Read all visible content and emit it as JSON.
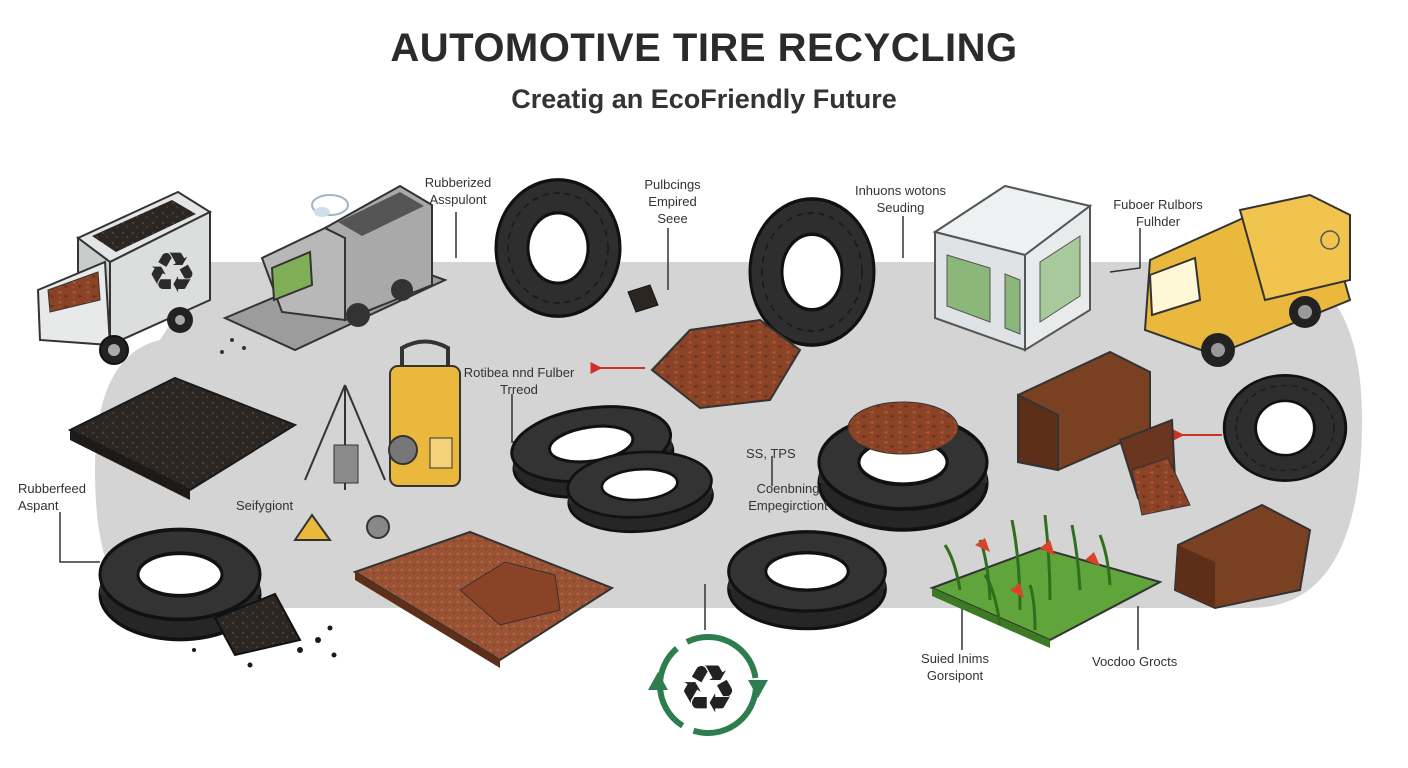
{
  "header": {
    "title": "AUTOMOTIVE TIRE RECYCLING",
    "subtitle": "Creatig an EcoFriendly Future"
  },
  "labels": {
    "rubberized_asphalt_top": "Rubberized\nAsspulont",
    "pulbcings": "Pulbcings\nEmpired\nSeee",
    "inhuons": "Inhuons wotons\nSeuding",
    "fuboer": "Fuboer Rulbors\nFulhder",
    "rubber_tread": "Rotibea nnd Fulber\nTrreod",
    "rubberized_asphalt_left": "Rubberfeed\nAspant",
    "seifygiont": "Seifygiont",
    "ss_tps": "SS, TPS",
    "coenbning": "Coenbning\nEmpegirctiont",
    "suied": "Suied Inims\nGorsipont",
    "voodoo": "Vocdoo Grocts"
  },
  "colors": {
    "track": "#d4d4d4",
    "tire": "#2e2e2e",
    "mulch": "#8a4327",
    "machine_yellow": "#e9b83c",
    "plant_green": "#4e9a2f",
    "recycle_green": "#2e7d4f",
    "flow_arrow": "#d0302a"
  },
  "icons": [
    "recycle-icon",
    "recycling-truck-icon",
    "dump-truck-icon",
    "shredder-icon",
    "tire-icon",
    "crumb-rubber-icon",
    "building-icon",
    "plant-icon"
  ]
}
